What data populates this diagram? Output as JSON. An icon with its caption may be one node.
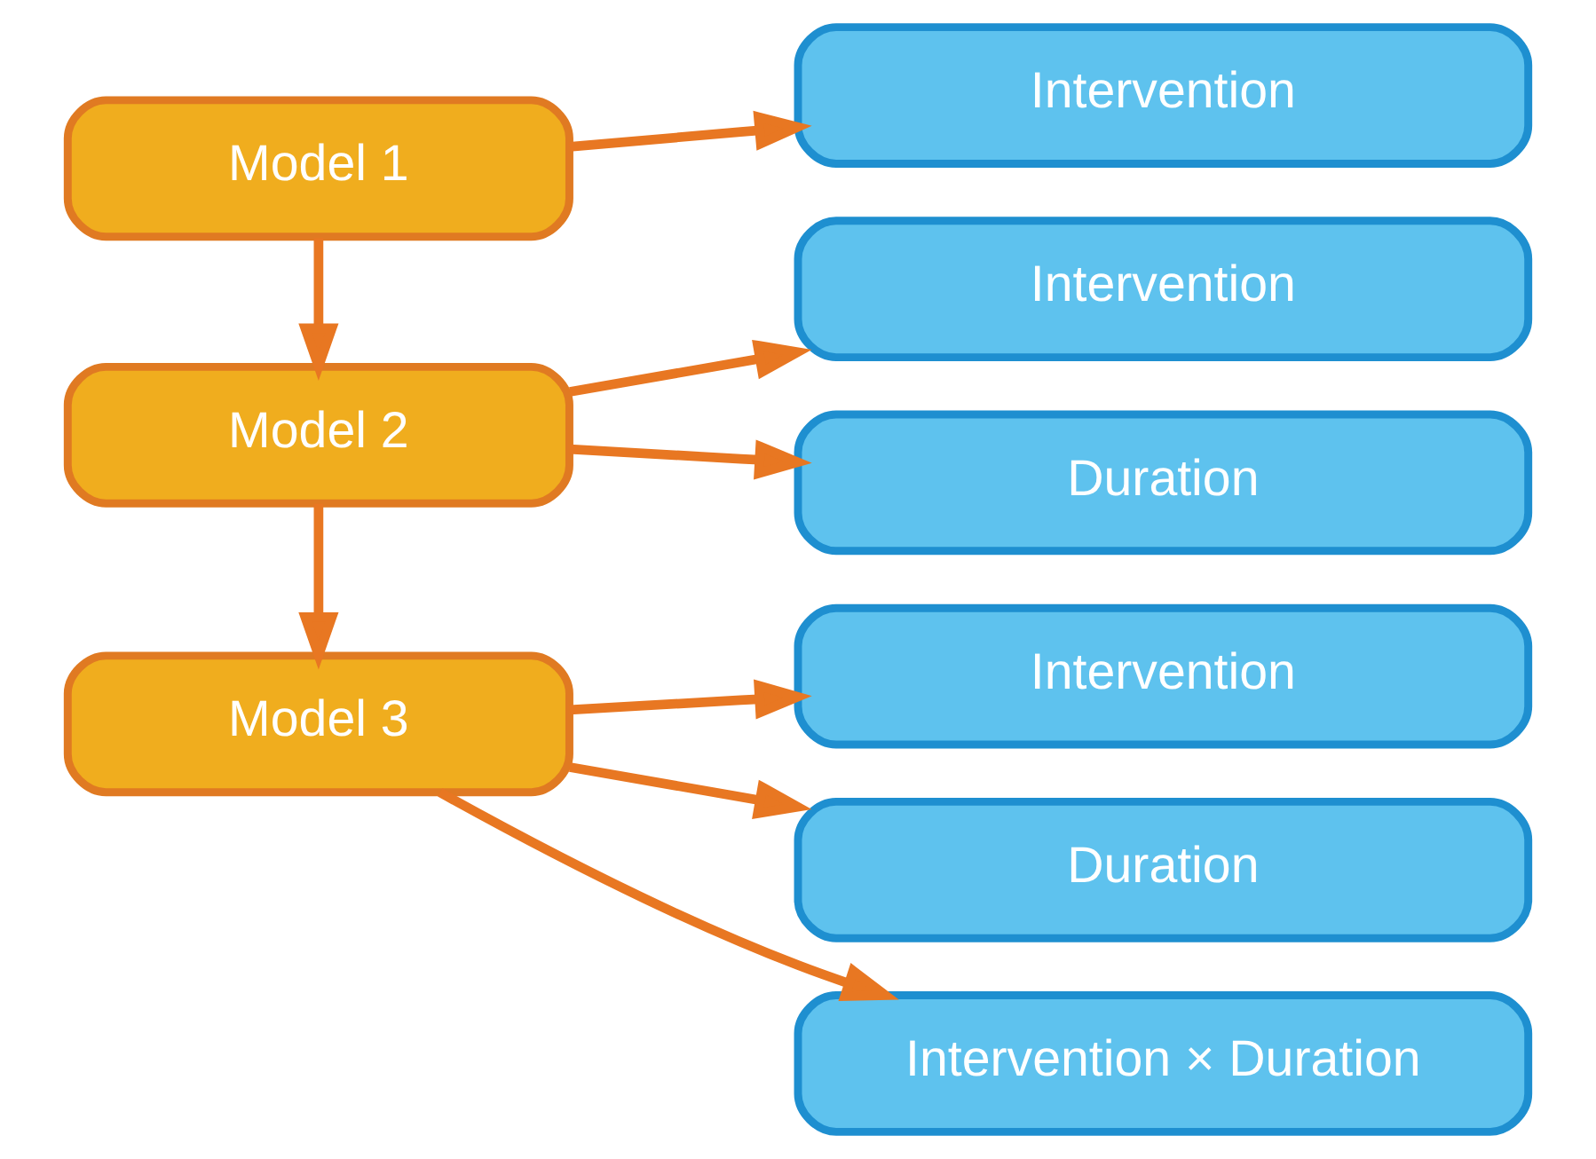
{
  "diagram": {
    "nodes": [
      {
        "text": [
          "Model 1"
        ]
      },
      {
        "text": [
          "Intervention"
        ]
      },
      {
        "text": [
          "Model 2"
        ]
      },
      {
        "text": [
          "Intervention"
        ]
      },
      {
        "text": [
          "Duration"
        ]
      },
      {
        "text": [
          "Model 3"
        ]
      },
      {
        "text": [
          "Intervention"
        ]
      },
      {
        "text": [
          "Duration"
        ]
      },
      {
        "text": [
          "Intervention × Duration"
        ]
      }
    ],
    "edges": [
      {
        "from": 0,
        "to": 2,
        "arrow": "to"
      },
      {
        "from": 2,
        "to": 5,
        "arrow": "to"
      },
      {
        "from": 0,
        "to": 1,
        "arrow": "to"
      },
      {
        "from": 2,
        "to": 3,
        "arrow": "to"
      },
      {
        "from": 2,
        "to": 4,
        "arrow": "to"
      },
      {
        "from": 5,
        "to": 6,
        "arrow": "to"
      },
      {
        "from": 5,
        "to": 7,
        "arrow": "to"
      },
      {
        "from": 5,
        "to": 8,
        "arrow": "to"
      }
    ]
  }
}
